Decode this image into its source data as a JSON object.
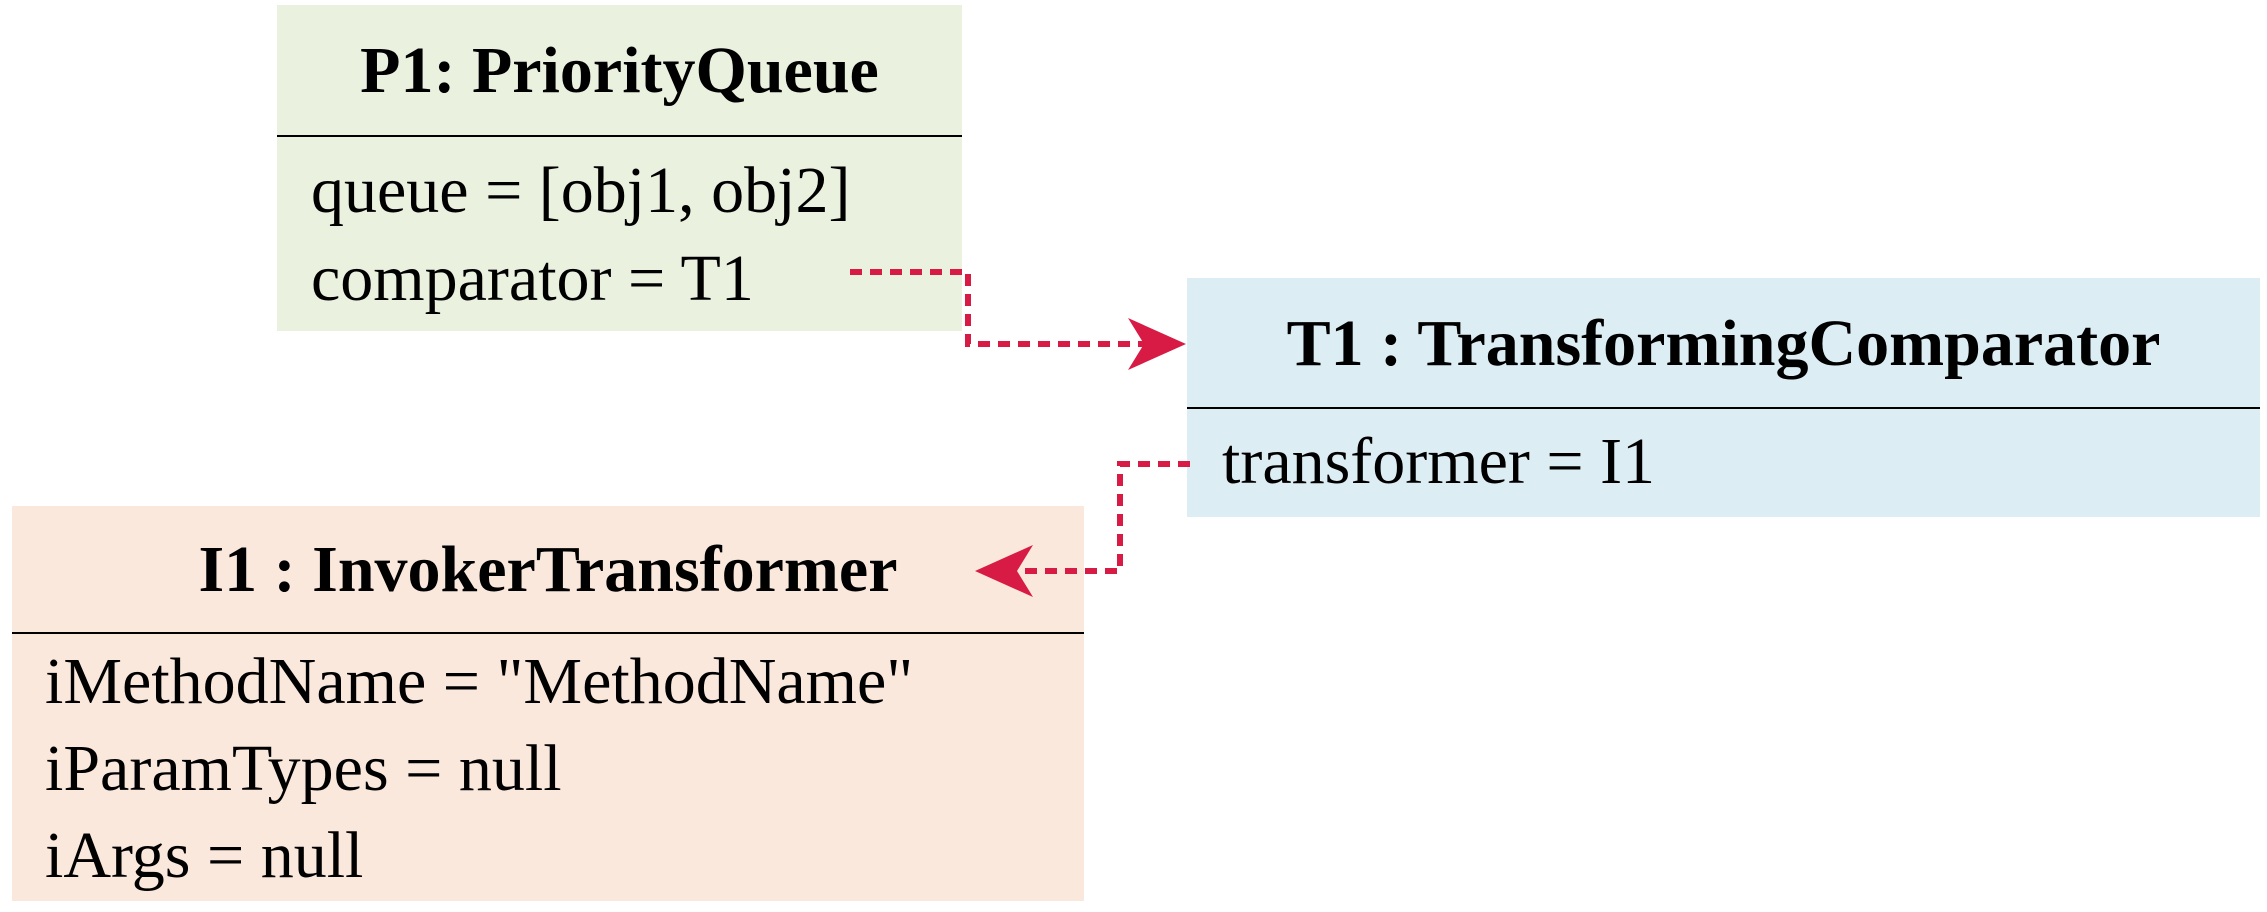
{
  "objects": {
    "p1": {
      "title": "P1: PriorityQueue",
      "fields": [
        "queue = [obj1, obj2]",
        "comparator = T1"
      ],
      "color": "#eaf1df"
    },
    "t1": {
      "title": "T1 : TransformingComparator",
      "fields": [
        "transformer = I1"
      ],
      "color": "#dcedf3"
    },
    "i1": {
      "title": "I1 : InvokerTransformer",
      "fields": [
        "iMethodName = \"MethodName\"",
        "iParamTypes = null",
        "iArgs = null"
      ],
      "color": "#fbe8dc"
    }
  },
  "connectors": {
    "color": "#d81b44",
    "style": "dashed"
  }
}
